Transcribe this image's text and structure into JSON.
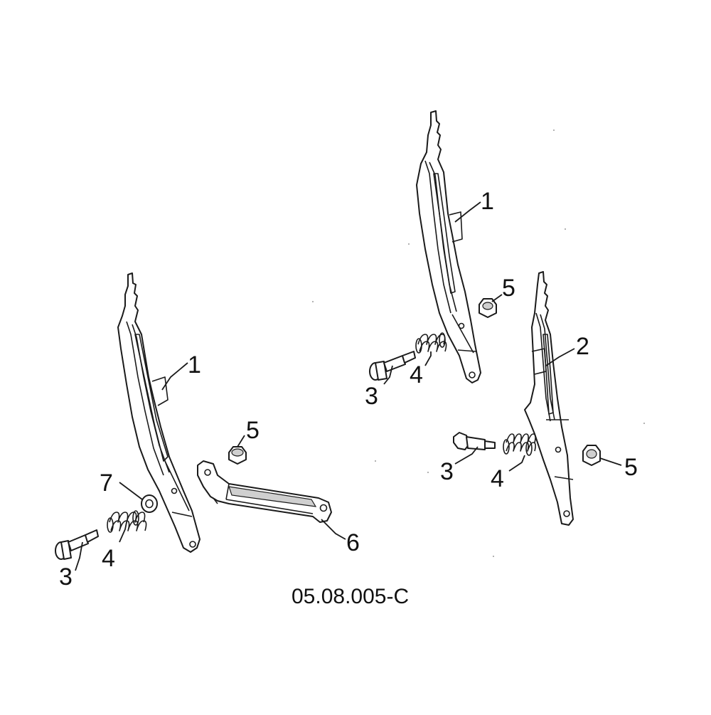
{
  "diagram": {
    "drawing_code": "05.08.005-C",
    "callouts": {
      "left_bracket_1": "1",
      "left_washer_7": "7",
      "left_spring_4": "4",
      "left_bolt_3": "3",
      "left_nut_5": "5",
      "left_link_6": "6",
      "right_bracket_1": "1",
      "right_nut_5_top": "5",
      "right_spring_4_top": "4",
      "right_bolt_3_top": "3",
      "right_bracket_2": "2",
      "right_bolt_3_bottom": "3",
      "right_spring_4_bottom": "4",
      "right_nut_5_bottom": "5"
    }
  }
}
